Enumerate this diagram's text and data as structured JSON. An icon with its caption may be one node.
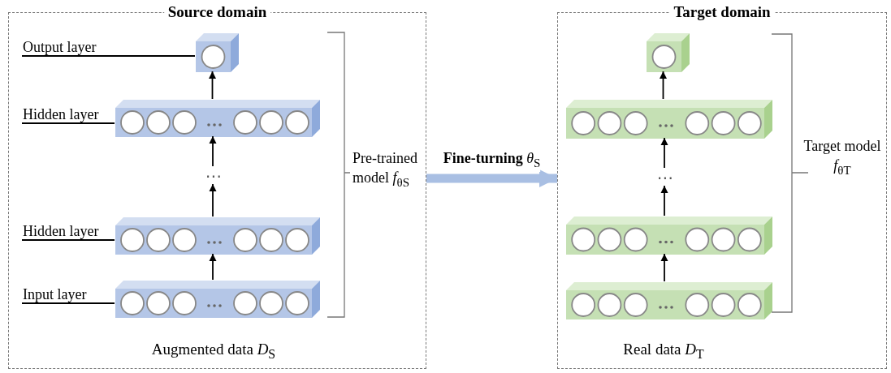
{
  "diagram": {
    "nodes": [
      {
        "text": [
          "Source domain",
          "Augmented data *D*$_{S}$"
        ]
      },
      {
        "text": [],
        "shape": "box",
        "in": 0
      },
      {
        "text": [],
        "shape": "box",
        "in": 0
      },
      {
        "text": [
          "⋯"
        ],
        "in": 0
      },
      {
        "text": [],
        "shape": "box",
        "in": 0
      },
      {
        "text": [],
        "shape": "box",
        "in": 0
      },
      {
        "text": [
          "Output layer"
        ],
        "in": 0
      },
      {
        "text": [
          "Hidden layer"
        ],
        "in": 0
      },
      {
        "text": [
          "Hidden layer"
        ],
        "in": 0
      },
      {
        "text": [
          "Input layer"
        ],
        "in": 0
      },
      {
        "text": [
          "Target domain",
          "Real data *D*$_{T}$"
        ]
      },
      {
        "text": [],
        "shape": "box",
        "in": 10
      },
      {
        "text": [],
        "shape": "box",
        "in": 10
      },
      {
        "text": [
          "⋯"
        ],
        "in": 10
      },
      {
        "text": [],
        "shape": "box",
        "in": 10
      },
      {
        "text": [],
        "shape": "box",
        "in": 10
      }
    ],
    "edges": [
      {
        "from": 2,
        "to": 1,
        "arrow": "to"
      },
      {
        "from": 3,
        "to": 2,
        "arrow": "to"
      },
      {
        "from": 4,
        "to": 3,
        "arrow": "to"
      },
      {
        "from": 5,
        "to": 4,
        "arrow": "to"
      },
      {
        "from": 12,
        "to": 11,
        "arrow": "to"
      },
      {
        "from": 13,
        "to": 12,
        "arrow": "to"
      },
      {
        "from": 14,
        "to": 13,
        "arrow": "to"
      },
      {
        "from": 15,
        "to": 14,
        "arrow": "to"
      },
      {
        "from": 6,
        "to": 1,
        "arrow": "none"
      },
      {
        "from": 7,
        "to": 2,
        "arrow": "none"
      },
      {
        "from": 8,
        "to": 4,
        "arrow": "none"
      },
      {
        "from": 9,
        "to": 5,
        "arrow": "none"
      },
      {
        "from": 0,
        "to": 10,
        "arrow": "to",
        "label": "**Fine-turning** *θ*$_{S}$",
        "style": "thick",
        "color": "#a9bfe3"
      }
    ],
    "labels": [
      "Pre-trained model *f*$_{θS}$",
      "Target model *f*$_{θT}$"
    ]
  }
}
